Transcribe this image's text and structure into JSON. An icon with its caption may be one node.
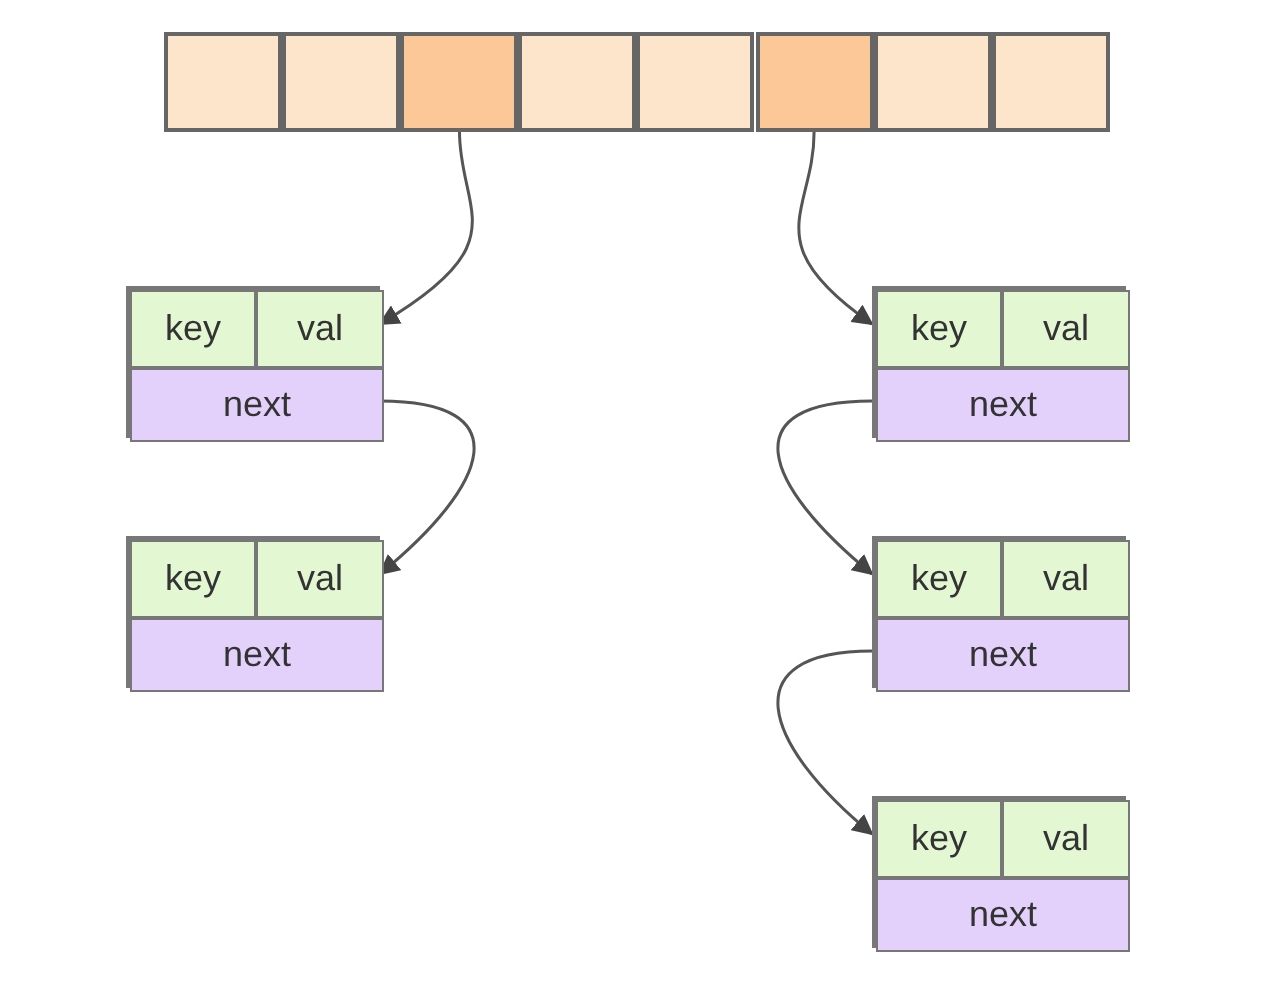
{
  "diagram": {
    "nodes": [
      {
        "text": [],
        "shape": "box"
      },
      {
        "text": [],
        "shape": "box"
      },
      {
        "text": [],
        "shape": "box"
      },
      {
        "text": [],
        "shape": "box"
      },
      {
        "text": [],
        "shape": "box"
      },
      {
        "text": [],
        "shape": "box"
      },
      {
        "text": [],
        "shape": "box"
      },
      {
        "text": [],
        "shape": "box"
      },
      {
        "text": [],
        "shape": "box"
      },
      {
        "text": [
          "key"
        ],
        "in": 8
      },
      {
        "text": [
          "val"
        ],
        "in": 8
      },
      {
        "text": [
          "next"
        ],
        "in": 8
      },
      {
        "text": [],
        "shape": "box"
      },
      {
        "text": [
          "key"
        ],
        "in": 12
      },
      {
        "text": [
          "val"
        ],
        "in": 12
      },
      {
        "text": [
          "next"
        ],
        "in": 12
      },
      {
        "text": [],
        "shape": "box"
      },
      {
        "text": [
          "key"
        ],
        "in": 16
      },
      {
        "text": [
          "val"
        ],
        "in": 16
      },
      {
        "text": [
          "next"
        ],
        "in": 16
      },
      {
        "text": [],
        "shape": "box"
      },
      {
        "text": [
          "key"
        ],
        "in": 20
      },
      {
        "text": [
          "val"
        ],
        "in": 20
      },
      {
        "text": [
          "next"
        ],
        "in": 20
      },
      {
        "text": [],
        "shape": "box"
      },
      {
        "text": [
          "key"
        ],
        "in": 24
      },
      {
        "text": [
          "val"
        ],
        "in": 24
      },
      {
        "text": [
          "next"
        ],
        "in": 24
      }
    ],
    "edges": [
      {
        "from": 2,
        "to": 8,
        "arrow": "to"
      },
      {
        "from": 11,
        "to": 12,
        "arrow": "to"
      },
      {
        "from": 5,
        "to": 16,
        "arrow": "to"
      },
      {
        "from": 19,
        "to": 20,
        "arrow": "to"
      },
      {
        "from": 23,
        "to": 24,
        "arrow": "to"
      }
    ]
  }
}
